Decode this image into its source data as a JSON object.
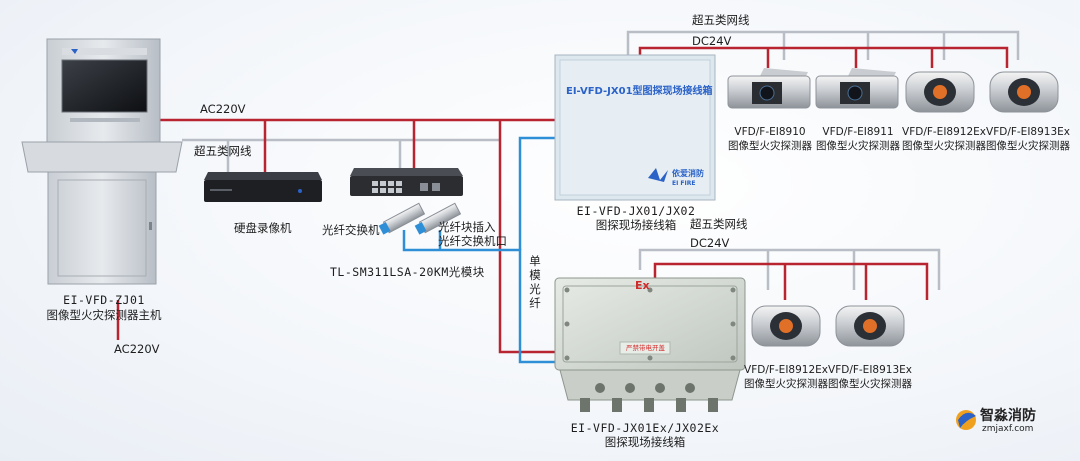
{
  "host": {
    "model": "EI-VFD-ZJ01",
    "name": "图像型火灾探测器主机",
    "power_in": "AC220V"
  },
  "main_power": "AC220V",
  "cat5_left": "超五类网线",
  "nvr": "硬盘录像机",
  "switch": "光纤交换机",
  "sfp_note_line1": "光纤块插入",
  "sfp_note_line2": "光纤交换机口",
  "sfp_module": "TL-SM311LSA-20KM光模块",
  "singlemode": "单模光纤",
  "box1": {
    "title": "EI-VFD-JX01型图探现场接线箱",
    "brand": "依爱消防",
    "brand_en": "EI FIRE",
    "model": "EI-VFD-JX01/JX02",
    "name": "图探现场接线箱"
  },
  "cat5_top": "超五类网线",
  "dc_top": "DC24V",
  "cams_top": [
    {
      "model": "VFD/F-EI8910",
      "name": "图像型火灾探测器"
    },
    {
      "model": "VFD/F-EI8911",
      "name": "图像型火灾探测器"
    },
    {
      "model": "VFD/F-EI8912Ex",
      "name": "图像型火灾探测器"
    },
    {
      "model": "VFD/F-EI8913Ex",
      "name": "图像型火灾探测器"
    }
  ],
  "box2": {
    "ex_mark": "Ex",
    "model": "EI-VFD-JX01Ex/JX02Ex",
    "name": "图探现场接线箱",
    "warning": "严禁带电开盖"
  },
  "cat5_bottom": "超五类网线",
  "dc_bottom": "DC24V",
  "cams_bottom": [
    {
      "model": "VFD/F-EI8912Ex",
      "name": "图像型火灾探测器"
    },
    {
      "model": "VFD/F-EI8913Ex",
      "name": "图像型火灾探测器"
    }
  ],
  "watermark": {
    "name": "智淼消防",
    "url": "zmjaxf.com"
  },
  "colors": {
    "power": "#b8242f",
    "network": "#b9bec6",
    "fiber": "#2f8fd6"
  }
}
